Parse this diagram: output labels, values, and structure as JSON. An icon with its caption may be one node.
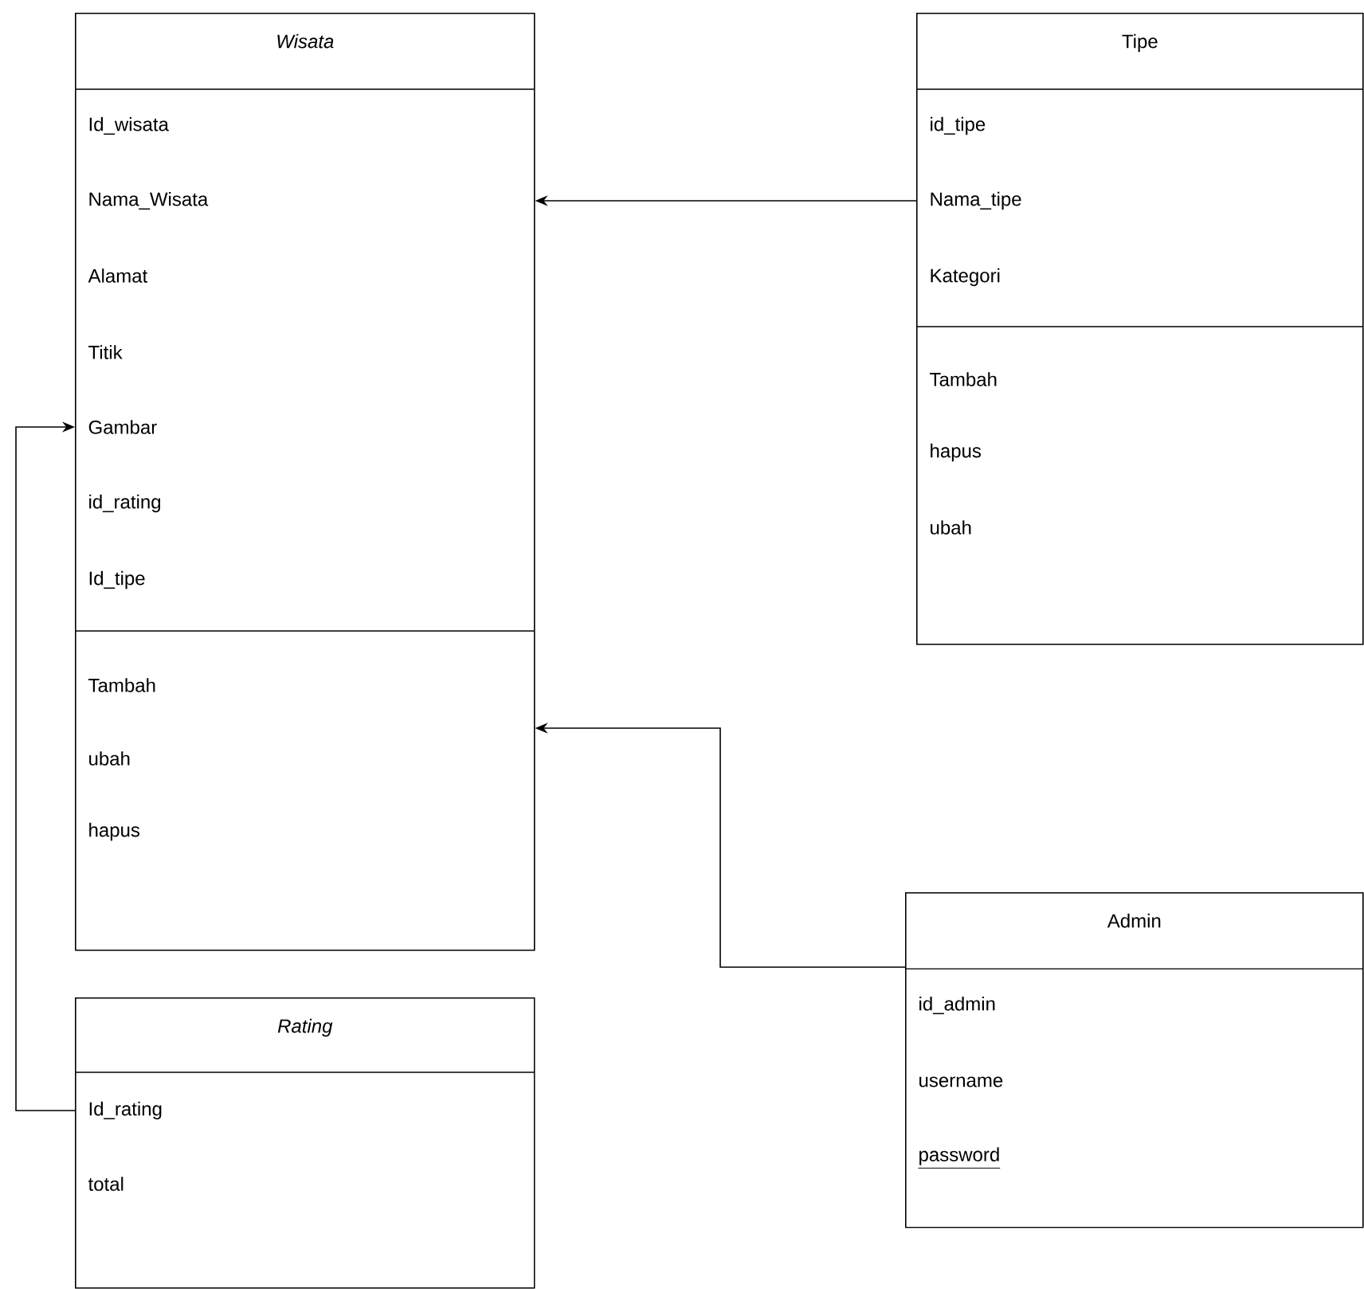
{
  "diagram": {
    "nodes": [
      {
        "text": [
          "Wisata"
        ]
      },
      {
        "text": [
          "Id_wisata"
        ],
        "in": 0
      },
      {
        "text": [
          "Nama_Wisata"
        ],
        "in": 0
      },
      {
        "text": [
          "Alamat"
        ],
        "in": 0
      },
      {
        "text": [
          "Titik"
        ],
        "in": 0
      },
      {
        "text": [
          "Gambar"
        ],
        "in": 0
      },
      {
        "text": [
          "id_rating"
        ],
        "in": 0
      },
      {
        "text": [
          "Id_tipe"
        ],
        "in": 0
      },
      {
        "text": [
          "Tambah"
        ],
        "in": 0
      },
      {
        "text": [
          "ubah"
        ],
        "in": 0
      },
      {
        "text": [
          "hapus"
        ],
        "in": 0
      },
      {
        "text": [
          "Tipe"
        ]
      },
      {
        "text": [
          "id_tipe"
        ],
        "in": 11
      },
      {
        "text": [
          "Nama_tipe"
        ],
        "in": 11
      },
      {
        "text": [
          "Kategori"
        ],
        "in": 11
      },
      {
        "text": [
          "Tambah"
        ],
        "in": 11
      },
      {
        "text": [
          "hapus"
        ],
        "in": 11
      },
      {
        "text": [
          "ubah"
        ],
        "in": 11
      },
      {
        "text": [
          "Admin"
        ]
      },
      {
        "text": [
          "id_admin"
        ],
        "in": 18
      },
      {
        "text": [
          "username"
        ],
        "in": 18
      },
      {
        "text": [
          "password"
        ],
        "in": 18
      },
      {
        "text": [
          "Rating"
        ]
      },
      {
        "text": [
          "Id_rating"
        ],
        "in": 22
      },
      {
        "text": [
          "total"
        ],
        "in": 22
      }
    ],
    "edges": [
      {
        "from": 13,
        "to": 0,
        "arrow": "to"
      },
      {
        "from": 18,
        "to": 0,
        "arrow": "to"
      },
      {
        "from": 23,
        "to": 5,
        "arrow": "to"
      }
    ]
  }
}
